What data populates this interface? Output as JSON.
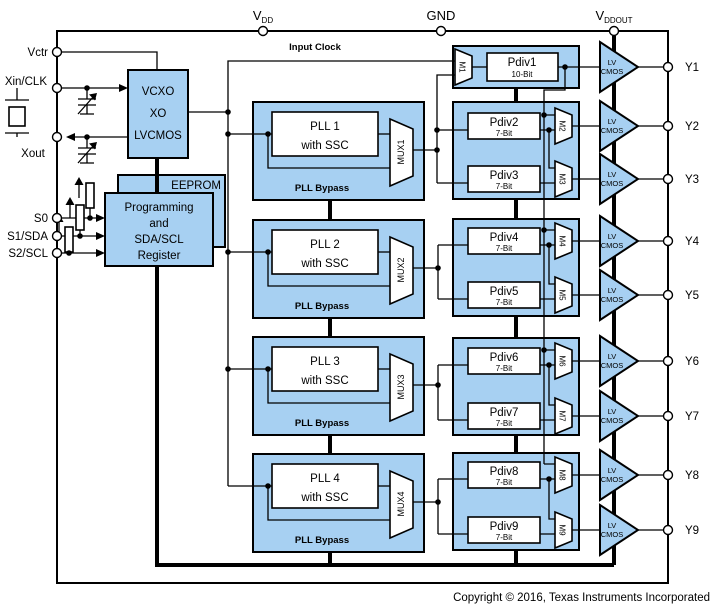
{
  "pins": {
    "vdd_base": "V",
    "vdd_sub": "DD",
    "gnd": "GND",
    "vddout_base": "V",
    "vddout_sub": "DDOUT",
    "vctr": "Vctr",
    "xin": "Xin/CLK",
    "xout": "Xout",
    "s0": "S0",
    "s1": "S1/SDA",
    "s2": "S2/SCL"
  },
  "input_clock": "Input Clock",
  "vcxo": {
    "l1": "VCXO",
    "l2": "XO",
    "l3": "LVCMOS"
  },
  "eeprom": "EEPROM",
  "register": {
    "l1": "Programming",
    "l2": "and",
    "l3": "SDA/SCL",
    "l4": "Register"
  },
  "plls": [
    {
      "name": "PLL 1",
      "sub": "with SSC",
      "mux": "MUX1",
      "bypass": "PLL Bypass"
    },
    {
      "name": "PLL 2",
      "sub": "with SSC",
      "mux": "MUX2",
      "bypass": "PLL Bypass"
    },
    {
      "name": "PLL 3",
      "sub": "with SSC",
      "mux": "MUX3",
      "bypass": "PLL Bypass"
    },
    {
      "name": "PLL 4",
      "sub": "with SSC",
      "mux": "MUX4",
      "bypass": "PLL Bypass"
    }
  ],
  "pdivs": [
    {
      "name": "Pdiv1",
      "bits": "10-Bit"
    },
    {
      "name": "Pdiv2",
      "bits": "7-Bit"
    },
    {
      "name": "Pdiv3",
      "bits": "7-Bit"
    },
    {
      "name": "Pdiv4",
      "bits": "7-Bit"
    },
    {
      "name": "Pdiv5",
      "bits": "7-Bit"
    },
    {
      "name": "Pdiv6",
      "bits": "7-Bit"
    },
    {
      "name": "Pdiv7",
      "bits": "7-Bit"
    },
    {
      "name": "Pdiv8",
      "bits": "7-Bit"
    },
    {
      "name": "Pdiv9",
      "bits": "7-Bit"
    }
  ],
  "mselects": [
    "M1",
    "M2",
    "M3",
    "M4",
    "M5",
    "M6",
    "M7",
    "M8",
    "M9"
  ],
  "buffers": {
    "l1": "LV",
    "l2": "CMOS"
  },
  "outputs": [
    "Y1",
    "Y2",
    "Y3",
    "Y4",
    "Y5",
    "Y6",
    "Y7",
    "Y8",
    "Y9"
  ],
  "copyright": "Copyright © 2016, Texas Instruments Incorporated",
  "colors": {
    "block_fill": "#A7D0F2",
    "line": "#000000"
  }
}
